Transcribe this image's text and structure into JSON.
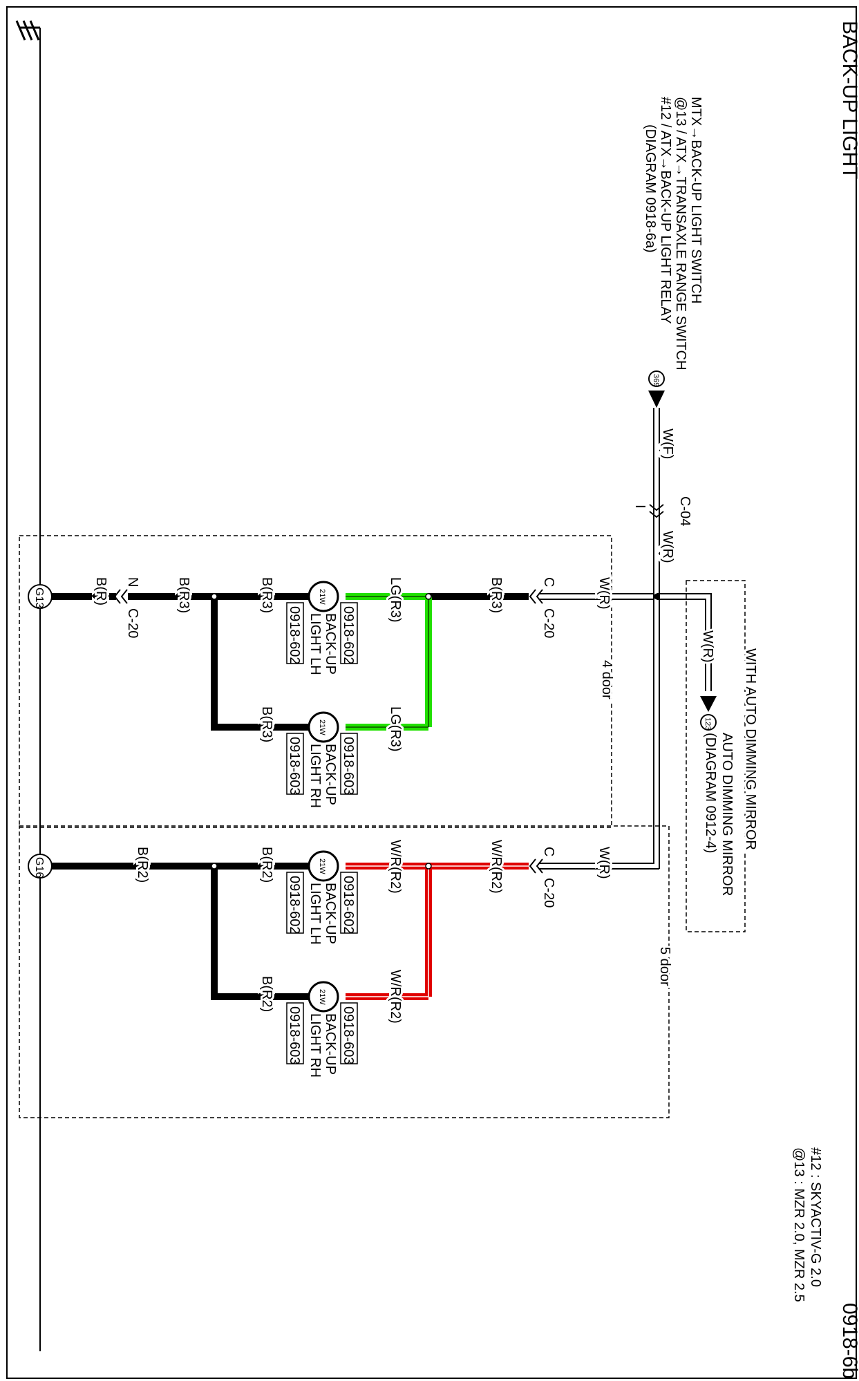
{
  "title": "BACK-UP LIGHT",
  "diagram_id": "0918-6b",
  "notes": [
    "#12 : SKYACTIV-G 2.0",
    "@13 : MZR 2.0, MZR 2.5"
  ],
  "source": {
    "lines": [
      "MTX→BACK-UP LIGHT SWITCH",
      "@13 / ATX→TRANSAXLE RANGE SWITCH",
      "#12 / ATX→BACK-UP LIGHT RELAY",
      "(DIAGRAM  0918-6a)"
    ],
    "connector_num": "369",
    "wire_in": "W(F)",
    "connector": "C-04",
    "pin": "I",
    "wire_out": "W(R)"
  },
  "mirror_branch": {
    "group_label": "WITH AUTO DIMMING MIRROR",
    "wire": "W(R)",
    "connector_num": "123",
    "target_lines": [
      "AUTO DIMMING MIRROR",
      "(DIAGRAM  0912-4)"
    ]
  },
  "ground": {
    "top_wires": [
      "W(R)"
    ],
    "g13": "G13",
    "g16": "G16"
  },
  "four_door": {
    "group_label": "4 door",
    "feed_wire": "W(R)",
    "feed_pin": "C",
    "feed_connector": "C-20",
    "feed_out_wire": "B(R3)",
    "lh": {
      "wire_in": "LG(R3)",
      "wattage": "21W",
      "name_lines": [
        "BACK-UP",
        "LIGHT LH"
      ],
      "ref_top": "0918-602",
      "ref_bottom": "0918-602",
      "wire_out": "B(R3)"
    },
    "rh": {
      "wire_in": "LG(R3)",
      "wattage": "21W",
      "name_lines": [
        "BACK-UP",
        "LIGHT RH"
      ],
      "ref_top": "0918-603",
      "ref_bottom": "0918-603",
      "wire_out": "B(R3)"
    },
    "ground_wire_1": "B(R3)",
    "ground_pin": "N",
    "ground_connector": "C-20",
    "ground_wire_2": "B(R)"
  },
  "five_door": {
    "group_label": "5 door",
    "feed_wire": "W(R)",
    "feed_pin": "C",
    "feed_connector": "C-20",
    "feed_out_wire": "W/R(R2)",
    "lh": {
      "wire_in": "W/R(R2)",
      "wattage": "21W",
      "name_lines": [
        "BACK-UP",
        "LIGHT LH"
      ],
      "ref_top": "0918-602",
      "ref_bottom": "0918-602",
      "wire_out": "B(R2)"
    },
    "rh": {
      "wire_in": "W/R(R2)",
      "wattage": "21W",
      "name_lines": [
        "BACK-UP",
        "LIGHT RH"
      ],
      "ref_top": "0918-603",
      "ref_bottom": "0918-603",
      "wire_out": "B(R2)"
    },
    "ground_wire": "B(R2)"
  },
  "colors": {
    "green_wire": "#22e000",
    "red_wire": "#e00000",
    "black_wire": "#000000",
    "line": "#000000"
  }
}
